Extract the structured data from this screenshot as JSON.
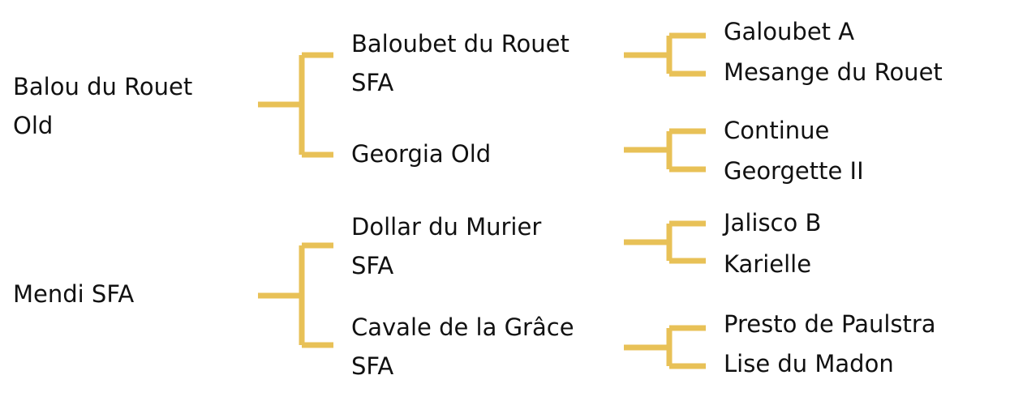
{
  "pedigree": {
    "sire": {
      "name_line1": "Balou du Rouet",
      "name_line2": "Old",
      "sire": {
        "name_line1": "Baloubet du Rouet",
        "name_line2": "SFA",
        "sire": "Galoubet A",
        "dam": "Mesange du Rouet"
      },
      "dam": {
        "name_line1": "Georgia Old",
        "sire": "Continue",
        "dam": "Georgette II"
      }
    },
    "dam": {
      "name_line1": "Mendi SFA",
      "sire": {
        "name_line1": "Dollar du Murier",
        "name_line2": "SFA",
        "sire": "Jalisco B",
        "dam": "Karielle"
      },
      "dam": {
        "name_line1": "Cavale de la Grâce",
        "name_line2": "SFA",
        "sire": "Presto de Paulstra",
        "dam": "Lise du Madon"
      }
    }
  },
  "colors": {
    "connector": "#e8c157",
    "text": "#111111",
    "background": "#ffffff"
  }
}
